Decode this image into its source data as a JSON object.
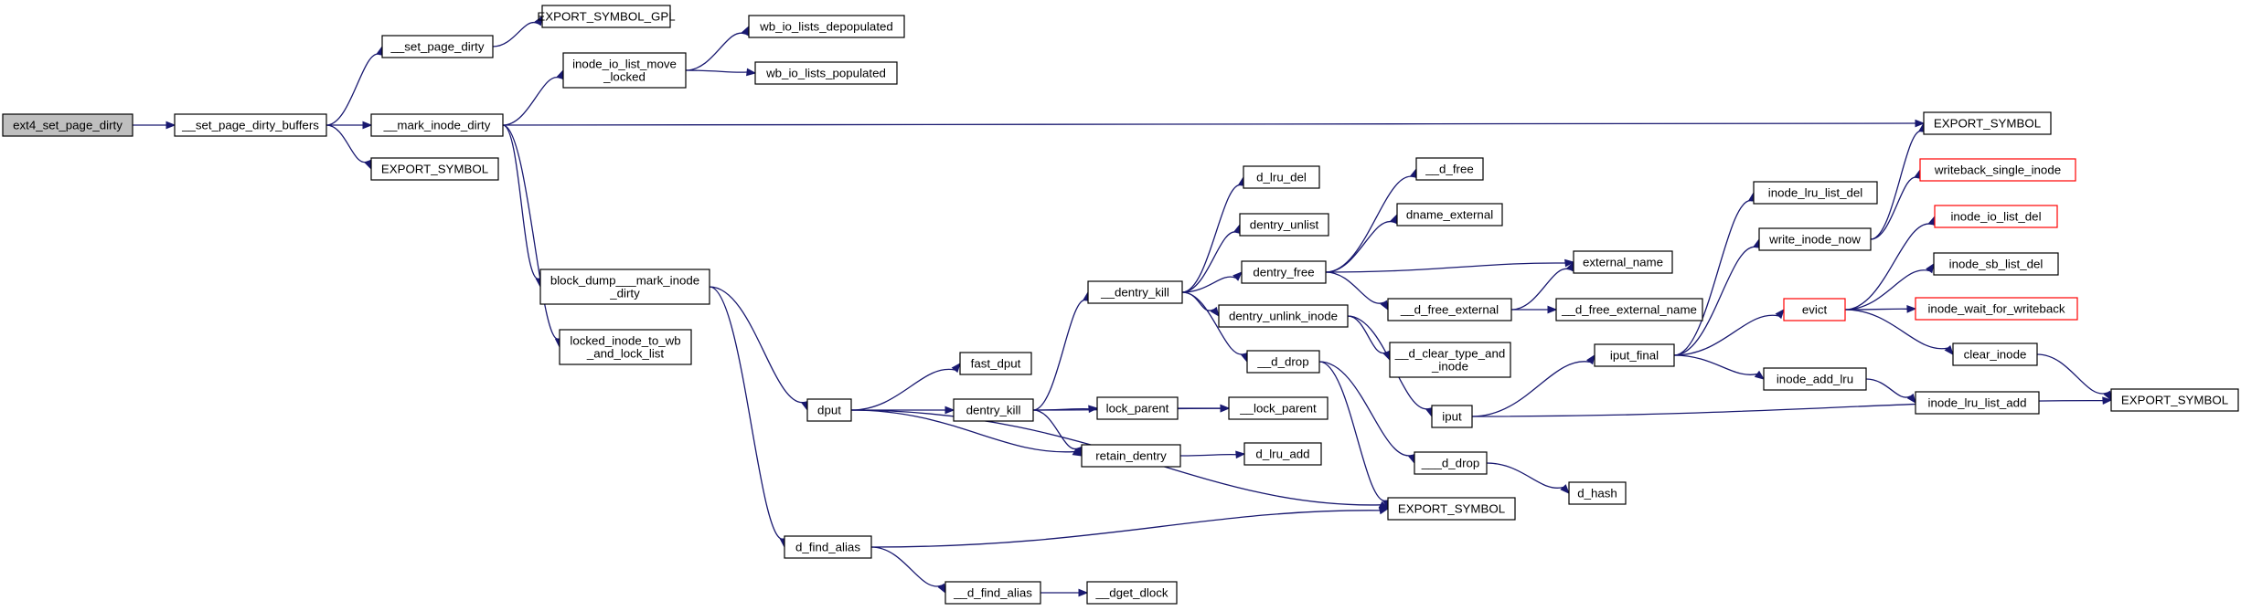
{
  "colors": {
    "edge": "#191970",
    "truncated_border": "#ff0000",
    "root_fill": "#bfbfbf"
  },
  "nodes": [
    {
      "id": "ext4_set_page_dirty",
      "label": [
        "ext4_set_page_dirty"
      ],
      "root": true
    },
    {
      "id": "__set_page_dirty_buffers",
      "label": [
        "__set_page_dirty_buffers"
      ]
    },
    {
      "id": "__set_page_dirty",
      "label": [
        "__set_page_dirty"
      ]
    },
    {
      "id": "EXPORT_SYMBOL_GPL",
      "label": [
        "EXPORT_SYMBOL_GPL"
      ]
    },
    {
      "id": "__mark_inode_dirty",
      "label": [
        "__mark_inode_dirty"
      ]
    },
    {
      "id": "EXPORT_SYMBOL_a",
      "label": [
        "EXPORT_SYMBOL"
      ]
    },
    {
      "id": "inode_io_list_move_locked",
      "label": [
        "inode_io_list_move",
        "_locked"
      ]
    },
    {
      "id": "wb_io_lists_depopulated",
      "label": [
        "wb_io_lists_depopulated"
      ]
    },
    {
      "id": "wb_io_lists_populated",
      "label": [
        "wb_io_lists_populated"
      ]
    },
    {
      "id": "EXPORT_SYMBOL_b",
      "label": [
        "EXPORT_SYMBOL"
      ]
    },
    {
      "id": "block_dump___mark_inode_dirty",
      "label": [
        "block_dump___mark_inode",
        "_dirty"
      ]
    },
    {
      "id": "locked_inode_to_wb_and_lock_list",
      "label": [
        "locked_inode_to_wb",
        "_and_lock_list"
      ]
    },
    {
      "id": "dput",
      "label": [
        "dput"
      ]
    },
    {
      "id": "d_find_alias",
      "label": [
        "d_find_alias"
      ]
    },
    {
      "id": "__d_find_alias",
      "label": [
        "__d_find_alias"
      ]
    },
    {
      "id": "__dget_dlock",
      "label": [
        "__dget_dlock"
      ]
    },
    {
      "id": "fast_dput",
      "label": [
        "fast_dput"
      ]
    },
    {
      "id": "dentry_kill",
      "label": [
        "dentry_kill"
      ]
    },
    {
      "id": "lock_parent",
      "label": [
        "lock_parent"
      ]
    },
    {
      "id": "__lock_parent",
      "label": [
        "__lock_parent"
      ]
    },
    {
      "id": "retain_dentry",
      "label": [
        "retain_dentry"
      ]
    },
    {
      "id": "d_lru_add",
      "label": [
        "d_lru_add"
      ]
    },
    {
      "id": "__dentry_kill",
      "label": [
        "__dentry_kill"
      ]
    },
    {
      "id": "d_lru_del",
      "label": [
        "d_lru_del"
      ]
    },
    {
      "id": "dentry_unlist",
      "label": [
        "dentry_unlist"
      ]
    },
    {
      "id": "dentry_free",
      "label": [
        "dentry_free"
      ]
    },
    {
      "id": "dentry_unlink_inode",
      "label": [
        "dentry_unlink_inode"
      ]
    },
    {
      "id": "__d_drop",
      "label": [
        "__d_drop"
      ]
    },
    {
      "id": "___d_drop",
      "label": [
        "___d_drop"
      ]
    },
    {
      "id": "d_hash",
      "label": [
        "d_hash"
      ]
    },
    {
      "id": "EXPORT_SYMBOL_c",
      "label": [
        "EXPORT_SYMBOL"
      ]
    },
    {
      "id": "__d_free",
      "label": [
        "__d_free"
      ]
    },
    {
      "id": "dname_external",
      "label": [
        "dname_external"
      ]
    },
    {
      "id": "external_name",
      "label": [
        "external_name"
      ]
    },
    {
      "id": "__d_free_external",
      "label": [
        "__d_free_external"
      ]
    },
    {
      "id": "__d_free_external_name",
      "label": [
        "__d_free_external_name"
      ]
    },
    {
      "id": "__d_clear_type_and_inode",
      "label": [
        "__d_clear_type_and",
        "_inode"
      ]
    },
    {
      "id": "iput",
      "label": [
        "iput"
      ]
    },
    {
      "id": "iput_final",
      "label": [
        "iput_final"
      ]
    },
    {
      "id": "inode_lru_list_del",
      "label": [
        "inode_lru_list_del"
      ]
    },
    {
      "id": "write_inode_now",
      "label": [
        "write_inode_now"
      ]
    },
    {
      "id": "evict",
      "label": [
        "evict"
      ],
      "truncated": true
    },
    {
      "id": "inode_add_lru",
      "label": [
        "inode_add_lru"
      ]
    },
    {
      "id": "inode_lru_list_add",
      "label": [
        "inode_lru_list_add"
      ]
    },
    {
      "id": "writeback_single_inode",
      "label": [
        "writeback_single_inode"
      ],
      "truncated": true
    },
    {
      "id": "inode_io_list_del",
      "label": [
        "inode_io_list_del"
      ],
      "truncated": true
    },
    {
      "id": "inode_sb_list_del",
      "label": [
        "inode_sb_list_del"
      ]
    },
    {
      "id": "inode_wait_for_writeback",
      "label": [
        "inode_wait_for_writeback"
      ],
      "truncated": true
    },
    {
      "id": "clear_inode",
      "label": [
        "clear_inode"
      ]
    },
    {
      "id": "EXPORT_SYMBOL_d",
      "label": [
        "EXPORT_SYMBOL"
      ]
    }
  ],
  "edges": [
    [
      "ext4_set_page_dirty",
      "__set_page_dirty_buffers"
    ],
    [
      "__set_page_dirty_buffers",
      "__set_page_dirty"
    ],
    [
      "__set_page_dirty_buffers",
      "__mark_inode_dirty"
    ],
    [
      "__set_page_dirty_buffers",
      "EXPORT_SYMBOL_a"
    ],
    [
      "__set_page_dirty",
      "EXPORT_SYMBOL_GPL"
    ],
    [
      "__mark_inode_dirty",
      "inode_io_list_move_locked"
    ],
    [
      "__mark_inode_dirty",
      "EXPORT_SYMBOL_b"
    ],
    [
      "__mark_inode_dirty",
      "block_dump___mark_inode_dirty"
    ],
    [
      "__mark_inode_dirty",
      "locked_inode_to_wb_and_lock_list"
    ],
    [
      "inode_io_list_move_locked",
      "wb_io_lists_depopulated"
    ],
    [
      "inode_io_list_move_locked",
      "wb_io_lists_populated"
    ],
    [
      "block_dump___mark_inode_dirty",
      "dput"
    ],
    [
      "block_dump___mark_inode_dirty",
      "d_find_alias"
    ],
    [
      "dput",
      "fast_dput"
    ],
    [
      "dput",
      "dentry_kill"
    ],
    [
      "dput",
      "retain_dentry"
    ],
    [
      "dput",
      "EXPORT_SYMBOL_c"
    ],
    [
      "dentry_kill",
      "__dentry_kill"
    ],
    [
      "dentry_kill",
      "lock_parent"
    ],
    [
      "dentry_kill",
      "__lock_parent"
    ],
    [
      "dentry_kill",
      "retain_dentry"
    ],
    [
      "lock_parent",
      "__lock_parent"
    ],
    [
      "retain_dentry",
      "d_lru_add"
    ],
    [
      "d_find_alias",
      "__d_find_alias"
    ],
    [
      "d_find_alias",
      "EXPORT_SYMBOL_c"
    ],
    [
      "__d_find_alias",
      "__dget_dlock"
    ],
    [
      "__dentry_kill",
      "d_lru_del"
    ],
    [
      "__dentry_kill",
      "dentry_unlist"
    ],
    [
      "__dentry_kill",
      "dentry_free"
    ],
    [
      "__dentry_kill",
      "dentry_unlink_inode"
    ],
    [
      "__dentry_kill",
      "__d_drop"
    ],
    [
      "dentry_free",
      "__d_free"
    ],
    [
      "dentry_free",
      "dname_external"
    ],
    [
      "dentry_free",
      "external_name"
    ],
    [
      "dentry_free",
      "__d_free_external"
    ],
    [
      "__d_free_external",
      "external_name"
    ],
    [
      "__d_free_external",
      "__d_free_external_name"
    ],
    [
      "dentry_unlink_inode",
      "__d_clear_type_and_inode"
    ],
    [
      "dentry_unlink_inode",
      "iput"
    ],
    [
      "__d_drop",
      "___d_drop"
    ],
    [
      "__d_drop",
      "EXPORT_SYMBOL_c"
    ],
    [
      "___d_drop",
      "d_hash"
    ],
    [
      "iput",
      "iput_final"
    ],
    [
      "iput",
      "EXPORT_SYMBOL_d"
    ],
    [
      "iput_final",
      "inode_lru_list_del"
    ],
    [
      "iput_final",
      "write_inode_now"
    ],
    [
      "iput_final",
      "evict"
    ],
    [
      "iput_final",
      "inode_add_lru"
    ],
    [
      "write_inode_now",
      "EXPORT_SYMBOL_b"
    ],
    [
      "write_inode_now",
      "writeback_single_inode"
    ],
    [
      "evict",
      "inode_io_list_del"
    ],
    [
      "evict",
      "inode_sb_list_del"
    ],
    [
      "evict",
      "inode_wait_for_writeback"
    ],
    [
      "evict",
      "clear_inode"
    ],
    [
      "inode_add_lru",
      "inode_lru_list_add"
    ],
    [
      "clear_inode",
      "EXPORT_SYMBOL_d"
    ]
  ]
}
